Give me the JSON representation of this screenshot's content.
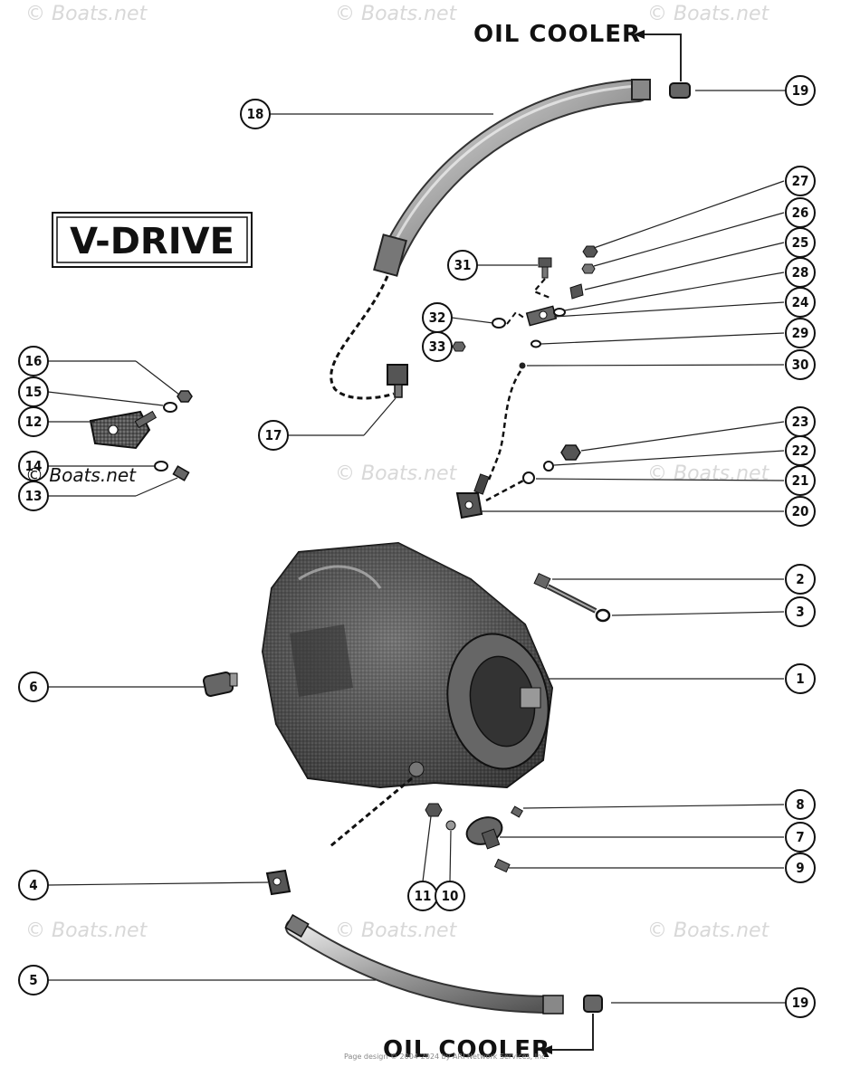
{
  "watermark": "© Boats.net",
  "watermark_text": "Boats.net",
  "title_badge": "V-DRIVE",
  "oil_cooler_top": "OIL COOLER",
  "oil_cooler_bottom": "OIL COOLER",
  "footer": "Page design © 2004-2024 by ARI Network Services, Inc.",
  "callouts": {
    "c1": "1",
    "c2": "2",
    "c3": "3",
    "c4": "4",
    "c5": "5",
    "c6": "6",
    "c7": "7",
    "c8": "8",
    "c9": "9",
    "c10": "10",
    "c11": "11",
    "c12": "12",
    "c13": "13",
    "c14": "14",
    "c15": "15",
    "c16": "16",
    "c17": "17",
    "c18": "18",
    "c19a": "19",
    "c19b": "19",
    "c20": "20",
    "c21": "21",
    "c22": "22",
    "c23": "23",
    "c24": "24",
    "c25": "25",
    "c26": "26",
    "c27": "27",
    "c28": "28",
    "c29": "29",
    "c30": "30",
    "c31": "31",
    "c32": "32",
    "c33": "33"
  }
}
